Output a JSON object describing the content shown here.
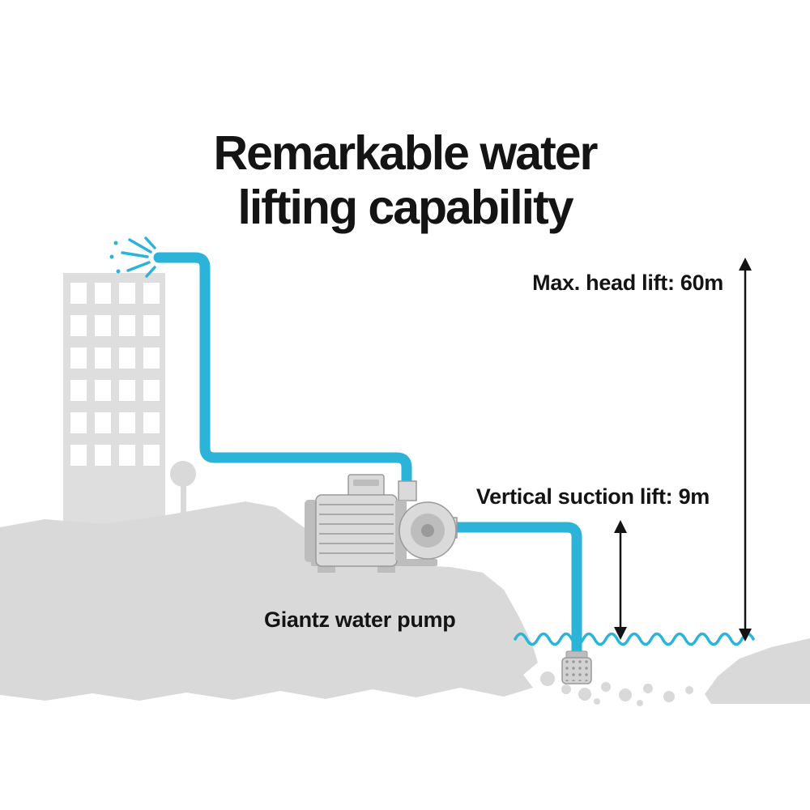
{
  "title": {
    "line1": "Remarkable water",
    "line2": "lifting capability"
  },
  "diagram": {
    "max_head_lift_label": "Max. head lift: 60m",
    "suction_lift_label": "Vertical suction lift: 9m",
    "pump_caption": "Giantz water pump"
  },
  "colors": {
    "pipe": "#2bb4d8",
    "wave": "#2bb4d8",
    "building": "#dedede",
    "ground": "#d9d9d9",
    "pump_body": "#dadada",
    "pump_dark": "#bdbdbd",
    "outline": "#9a9a9a",
    "ink": "#141414"
  }
}
